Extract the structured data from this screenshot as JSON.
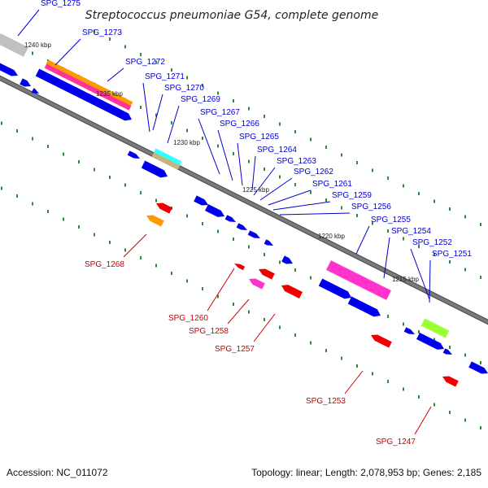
{
  "title": "Streptococcus pneumoniae G54, complete genome",
  "colors": {
    "background": "#ffffff",
    "backbone": "#7a7a7a",
    "backbone_edge": "#444444",
    "tick_dots": "#2e8b2e",
    "blue_gene": "#0000ee",
    "red_gene": "#ee0000",
    "blue_label": "#0000cc",
    "red_label": "#cc0000"
  },
  "scale_labels": [
    "1240 kbp",
    "1235 kbp",
    "1230 kbp",
    "1225 kbp",
    "1220 kbp",
    "1215 kbp"
  ],
  "forward_genes": [
    "SPG_1275",
    "SPG_1273",
    "SPG_1272",
    "SPG_1271",
    "SPG_1270",
    "SPG_1269",
    "SPG_1267",
    "SPG_1266",
    "SPG_1265",
    "SPG_1264",
    "SPG_1263",
    "SPG_1262",
    "SPG_1261",
    "SPG_1259",
    "SPG_1256",
    "SPG_1255",
    "SPG_1254",
    "SPG_1252",
    "SPG_1251"
  ],
  "reverse_genes": [
    "SPG_1268",
    "SPG_1260",
    "SPG_1258",
    "SPG_1257",
    "SPG_1253",
    "SPG_1247"
  ],
  "highlight_colors": {
    "silver": "#c0c0c0",
    "orange": "#ff9900",
    "pink": "#ff3399",
    "cyan": "#33ffff",
    "tan": "#c8b478",
    "magenta": "#ff33cc",
    "lime": "#99ff33"
  },
  "footer": {
    "accession": "Accession: NC_011072",
    "stats": "Topology: linear; Length: 2,078,953 bp; Genes: 2,185"
  }
}
